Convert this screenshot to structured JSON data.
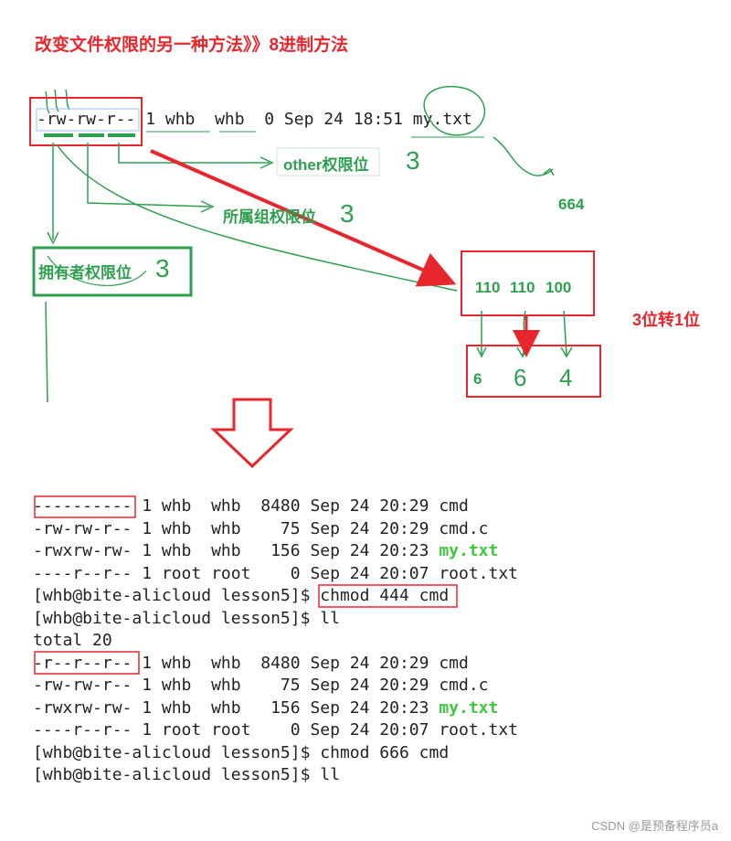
{
  "title": "改变文件权限的另一种方法》》8进制方法",
  "file_line": {
    "perm": "-rw-rw-r--",
    "rest": " 1 whb  whb  0 Sep 24 18:51 my.txt"
  },
  "annotations": {
    "other": "other权限位",
    "group": "所属组权限位",
    "owner": "拥有者权限位",
    "octal": "664",
    "convert": "3位转1位",
    "binary": [
      "110",
      "110",
      "100"
    ],
    "digits": [
      "6",
      "6",
      "4"
    ],
    "marks": [
      "3",
      "3",
      "3"
    ]
  },
  "terminal": [
    {
      "perm": "----------",
      "rest": " 1 whb  whb  8480 Sep 24 20:29 ",
      "name": "cmd",
      "green": false
    },
    {
      "perm": "-rw-rw-r--",
      "rest": " 1 whb  whb    75 Sep 24 20:29 ",
      "name": "cmd.c",
      "green": false
    },
    {
      "perm": "-rwxrw-rw-",
      "rest": " 1 whb  whb   156 Sep 24 20:23 ",
      "name": "my.txt",
      "green": true
    },
    {
      "perm": "----r--r--",
      "rest": " 1 root root    0 Sep 24 20:07 ",
      "name": "root.txt",
      "green": false
    },
    {
      "prompt": "[whb@bite-alicloud lesson5]$ ",
      "cmd": "chmod 444 cmd"
    },
    {
      "prompt": "[whb@bite-alicloud lesson5]$ ",
      "cmd": "ll"
    },
    {
      "plain": "total 20"
    },
    {
      "perm": "-r--r--r--",
      "rest": " 1 whb  whb  8480 Sep 24 20:29 ",
      "name": "cmd",
      "green": false
    },
    {
      "perm": "-rw-rw-r--",
      "rest": " 1 whb  whb    75 Sep 24 20:29 ",
      "name": "cmd.c",
      "green": false
    },
    {
      "perm": "-rwxrw-rw-",
      "rest": " 1 whb  whb   156 Sep 24 20:23 ",
      "name": "my.txt",
      "green": true
    },
    {
      "perm": "----r--r--",
      "rest": " 1 root root    0 Sep 24 20:07 ",
      "name": "root.txt",
      "green": false
    },
    {
      "prompt": "[whb@bite-alicloud lesson5]$ ",
      "cmd": "chmod 666 cmd"
    },
    {
      "prompt": "[whb@bite-alicloud lesson5]$ ",
      "cmd": "ll"
    }
  ],
  "watermark": "CSDN @是预备程序员a",
  "colors": {
    "red": "#e8262d",
    "green": "#2ea04f",
    "light_green": "#3ec93e"
  }
}
